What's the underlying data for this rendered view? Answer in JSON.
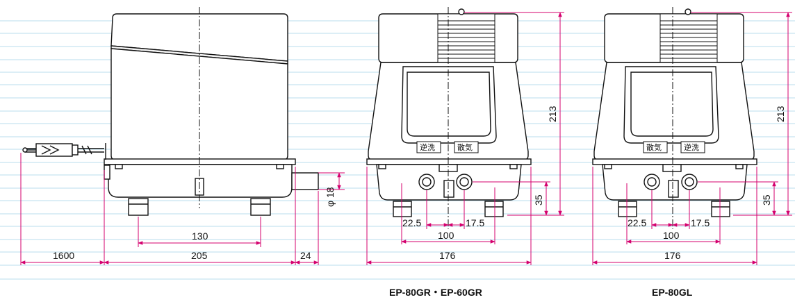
{
  "colors": {
    "guide": "#b9dcee",
    "dimension": "#d4006e",
    "body": "#ffffff",
    "lid": "#ffffff",
    "stroke": "#111111"
  },
  "side_view": {
    "dims": {
      "cord_length": "1600",
      "body_length": "205",
      "outlet_protrusion": "24",
      "foot_spacing": "130",
      "outlet_diameter": "φ 18"
    }
  },
  "front_view_gr": {
    "labels": {
      "left": "逆洗",
      "right": "散気"
    },
    "dims": {
      "height": "213",
      "port_height": "35",
      "left_offset": "22.5",
      "right_offset": "17.5",
      "port_spacing": "100",
      "width": "176"
    },
    "caption": "EP-80GR・EP-60GR"
  },
  "front_view_gl": {
    "labels": {
      "left": "散気",
      "right": "逆洗"
    },
    "dims": {
      "height": "213",
      "port_height": "35",
      "left_offset": "22.5",
      "right_offset": "17.5",
      "port_spacing": "100",
      "width": "176"
    },
    "caption": "EP-80GL"
  }
}
